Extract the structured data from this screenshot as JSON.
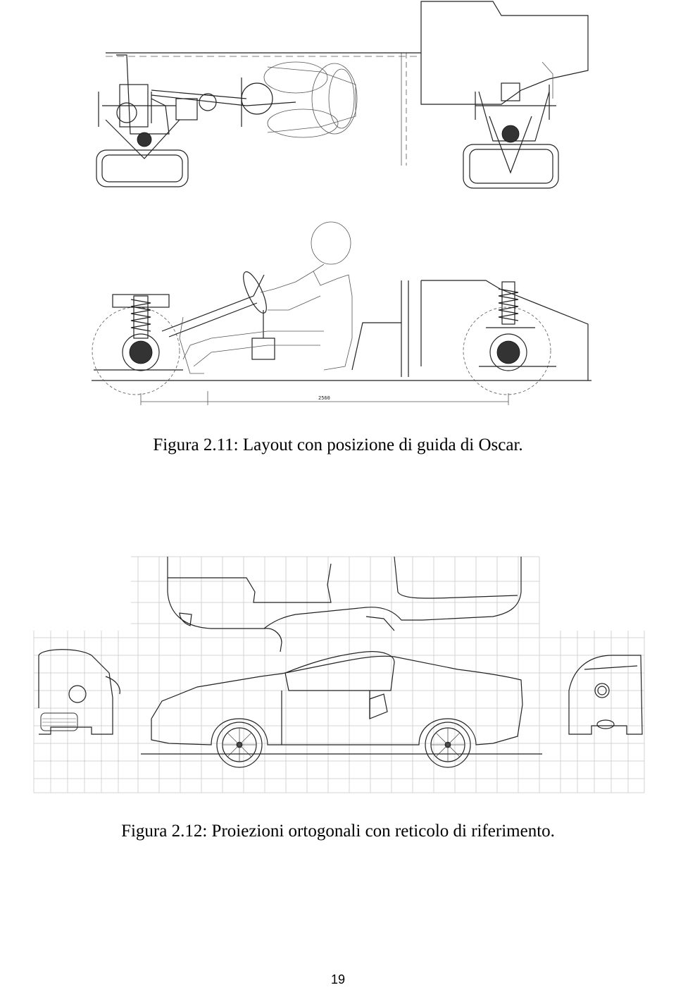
{
  "figure1": {
    "caption": "Figura 2.11: Layout con posizione di guida di Oscar.",
    "dimension_label": "2560"
  },
  "figure2": {
    "caption": "Figura 2.12: Proiezioni ortogonali con reticolo di riferimento."
  },
  "page_number": "19"
}
